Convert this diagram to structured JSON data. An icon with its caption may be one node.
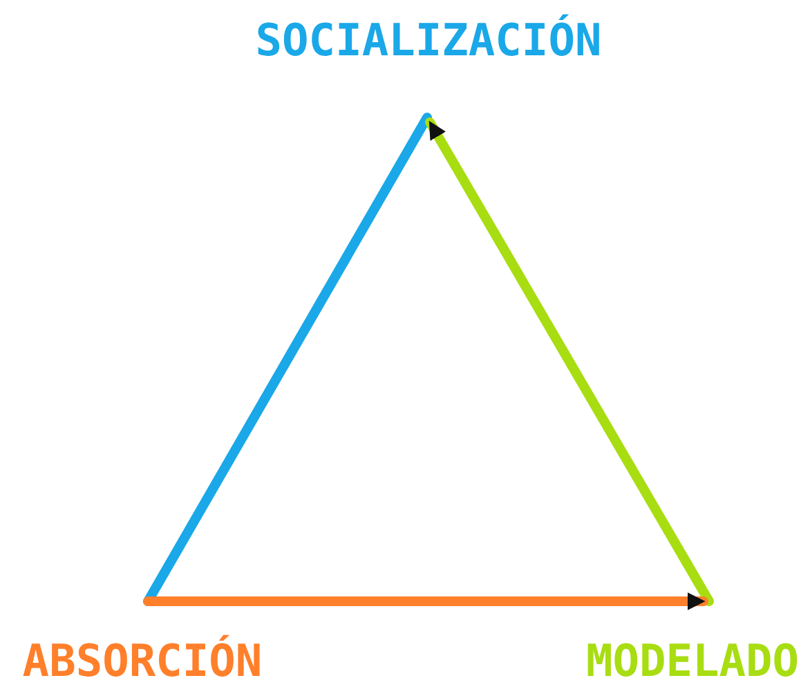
{
  "diagram": {
    "nodes": [
      {
        "text": [
          "SOCIALIZACIÓN"
        ]
      },
      {
        "text": [
          "MODELADO"
        ]
      },
      {
        "text": [
          "ABSORCIÓN"
        ]
      }
    ],
    "edges": [
      {
        "from": 2,
        "to": 0,
        "arrow": "none",
        "color": "#1aa8e8"
      },
      {
        "from": 1,
        "to": 0,
        "arrow": "to",
        "color": "#a8dd12"
      },
      {
        "from": 2,
        "to": 1,
        "arrow": "to",
        "color": "#ff7f2a"
      }
    ]
  }
}
